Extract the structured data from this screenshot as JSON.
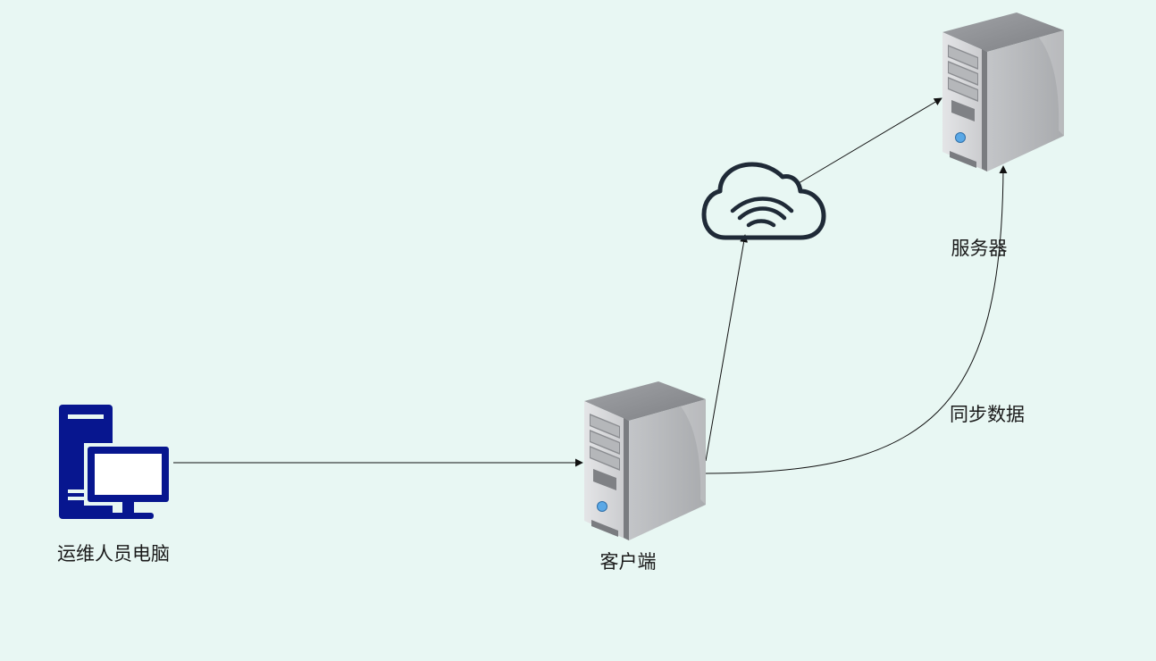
{
  "nodes": {
    "ops_pc": {
      "label": "运维人员电脑",
      "icon": "desktop-computer-icon"
    },
    "client": {
      "label": "客户端",
      "icon": "server-tower-icon"
    },
    "server": {
      "label": "服务器",
      "icon": "server-tower-icon"
    },
    "cloud": {
      "label": "",
      "icon": "cloud-wifi-icon"
    }
  },
  "edges": [
    {
      "from": "ops_pc",
      "to": "client",
      "label": ""
    },
    {
      "from": "client",
      "to": "cloud",
      "label": ""
    },
    {
      "from": "cloud",
      "to": "server",
      "label": ""
    },
    {
      "from": "client",
      "to": "server",
      "label": "同步数据"
    }
  ],
  "colors": {
    "background": "#e8f7f3",
    "computer": "#07168f",
    "cloud_stroke": "#1f2a37",
    "edge": "#111111",
    "server_body": "#b9bbbe",
    "server_front": "#d9dadc",
    "server_top": "#8e9094"
  }
}
